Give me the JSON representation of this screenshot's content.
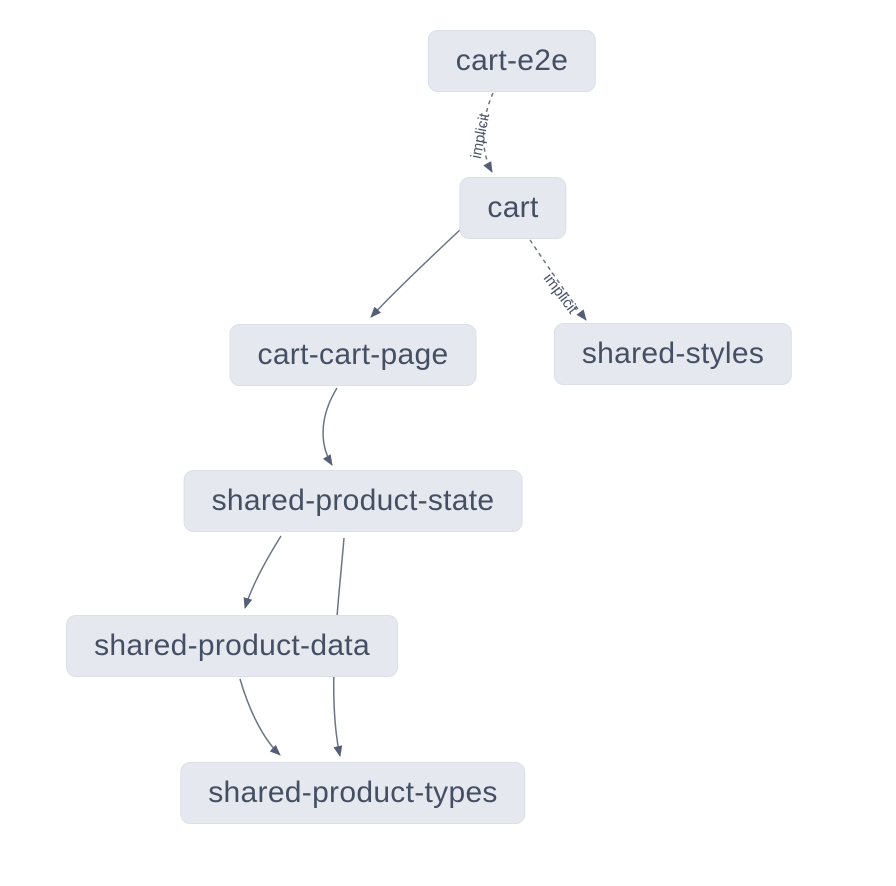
{
  "diagram": {
    "kind": "project-dependency-graph",
    "colors": {
      "background": "#ffffff",
      "node_fill": "#e5e8ee",
      "node_border": "#dbdfe8",
      "node_text": "#454f64",
      "edge_stroke": "#6b7487",
      "arrowhead_fill": "#545e76",
      "edge_label_text": "#4a5468"
    },
    "nodes": [
      {
        "id": "cart-e2e",
        "label": "cart-e2e"
      },
      {
        "id": "cart",
        "label": "cart"
      },
      {
        "id": "cart-cart-page",
        "label": "cart-cart-page"
      },
      {
        "id": "shared-styles",
        "label": "shared-styles"
      },
      {
        "id": "shared-product-state",
        "label": "shared-product-state"
      },
      {
        "id": "shared-product-data",
        "label": "shared-product-data"
      },
      {
        "id": "shared-product-types",
        "label": "shared-product-types"
      }
    ],
    "edges": [
      {
        "from": "cart-e2e",
        "to": "cart",
        "label": "implicit",
        "style": "dashed"
      },
      {
        "from": "cart",
        "to": "cart-cart-page",
        "label": "",
        "style": "solid"
      },
      {
        "from": "cart",
        "to": "shared-styles",
        "label": "implicit",
        "style": "dashed"
      },
      {
        "from": "cart-cart-page",
        "to": "shared-product-state",
        "label": "",
        "style": "solid"
      },
      {
        "from": "shared-product-state",
        "to": "shared-product-data",
        "label": "",
        "style": "solid"
      },
      {
        "from": "shared-product-state",
        "to": "shared-product-types",
        "label": "",
        "style": "solid"
      },
      {
        "from": "shared-product-data",
        "to": "shared-product-types",
        "label": "",
        "style": "solid"
      }
    ]
  }
}
